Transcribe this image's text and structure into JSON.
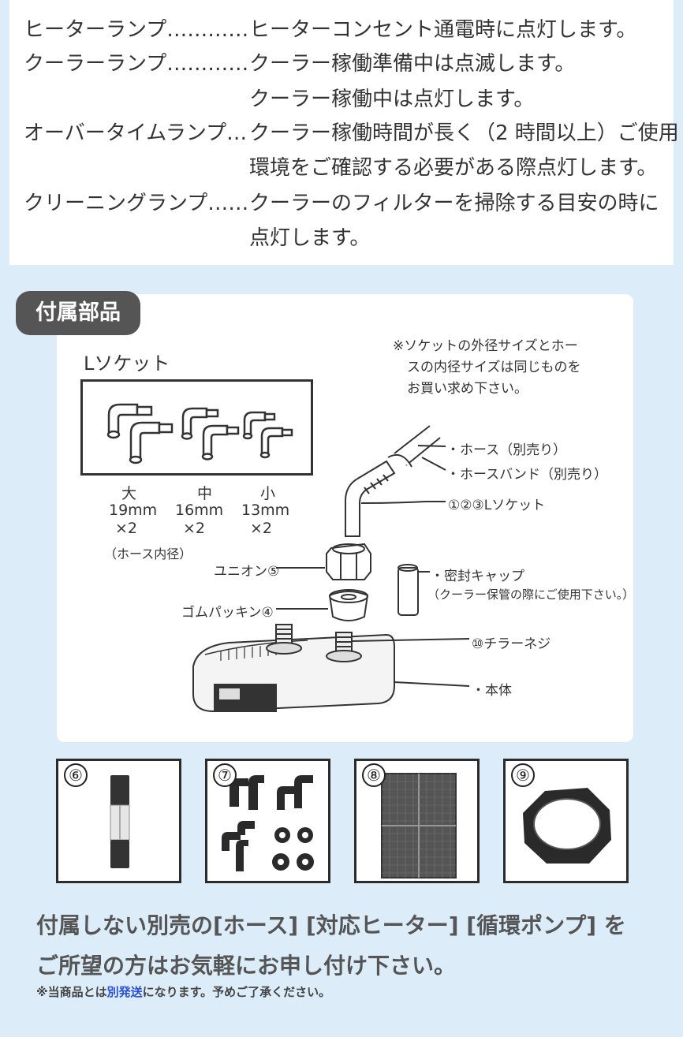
{
  "lamps": [
    {
      "name": "ヒーターランプ…………",
      "desc": [
        "ヒーターコンセント通電時に点灯します。"
      ]
    },
    {
      "name": "クーラーランプ…………",
      "desc": [
        "クーラー稼働準備中は点滅します。",
        "クーラー稼働中は点灯します。"
      ]
    },
    {
      "name": "オーバータイムランプ…",
      "desc": [
        "クーラー稼働時間が長く（2 時間以上）ご使用",
        "環境をご確認する必要がある際点灯します。"
      ]
    },
    {
      "name": "クリーニングランプ……",
      "desc": [
        "クーラーのフィルターを掃除する目安の時に",
        "点灯します。"
      ]
    }
  ],
  "accessories": {
    "tag": "付属部品",
    "socket_title": "Lソケット",
    "note": [
      "※ソケットの外径サイズとホー",
      "スの内径サイズは同じものを",
      "お買い求め下さい。"
    ],
    "sizes": [
      {
        "label": "大",
        "size": "19mm",
        "qty": "×2"
      },
      {
        "label": "中",
        "size": "16mm",
        "qty": "×2"
      },
      {
        "label": "小",
        "size": "13mm",
        "qty": "×2"
      }
    ],
    "hose_inner": "（ホース内径）",
    "parts": {
      "hose": "・ホース（別売り）",
      "hose_band": "・ホースバンド（別売り）",
      "lsocket": "①②③Lソケット",
      "union": "ユニオン⑤",
      "seal_cap": "・密封キャップ",
      "seal_cap_note": "（クーラー保管の際にご使用下さい。）",
      "packing": "ゴムパッキン④",
      "chiller_screw": "⑩チラーネジ",
      "body": "・本体"
    }
  },
  "thumbs": [
    "⑥",
    "⑦",
    "⑧",
    "⑨"
  ],
  "footer": {
    "line1": "付属しない別売の[ホース] [対応ヒーター] [循環ポンプ] を",
    "line2": "ご所望の方はお気軽にお申し付け下さい。",
    "note_a": "※当商品とは",
    "note_hl": "別発送",
    "note_b": "になります。予めご了承ください。"
  }
}
